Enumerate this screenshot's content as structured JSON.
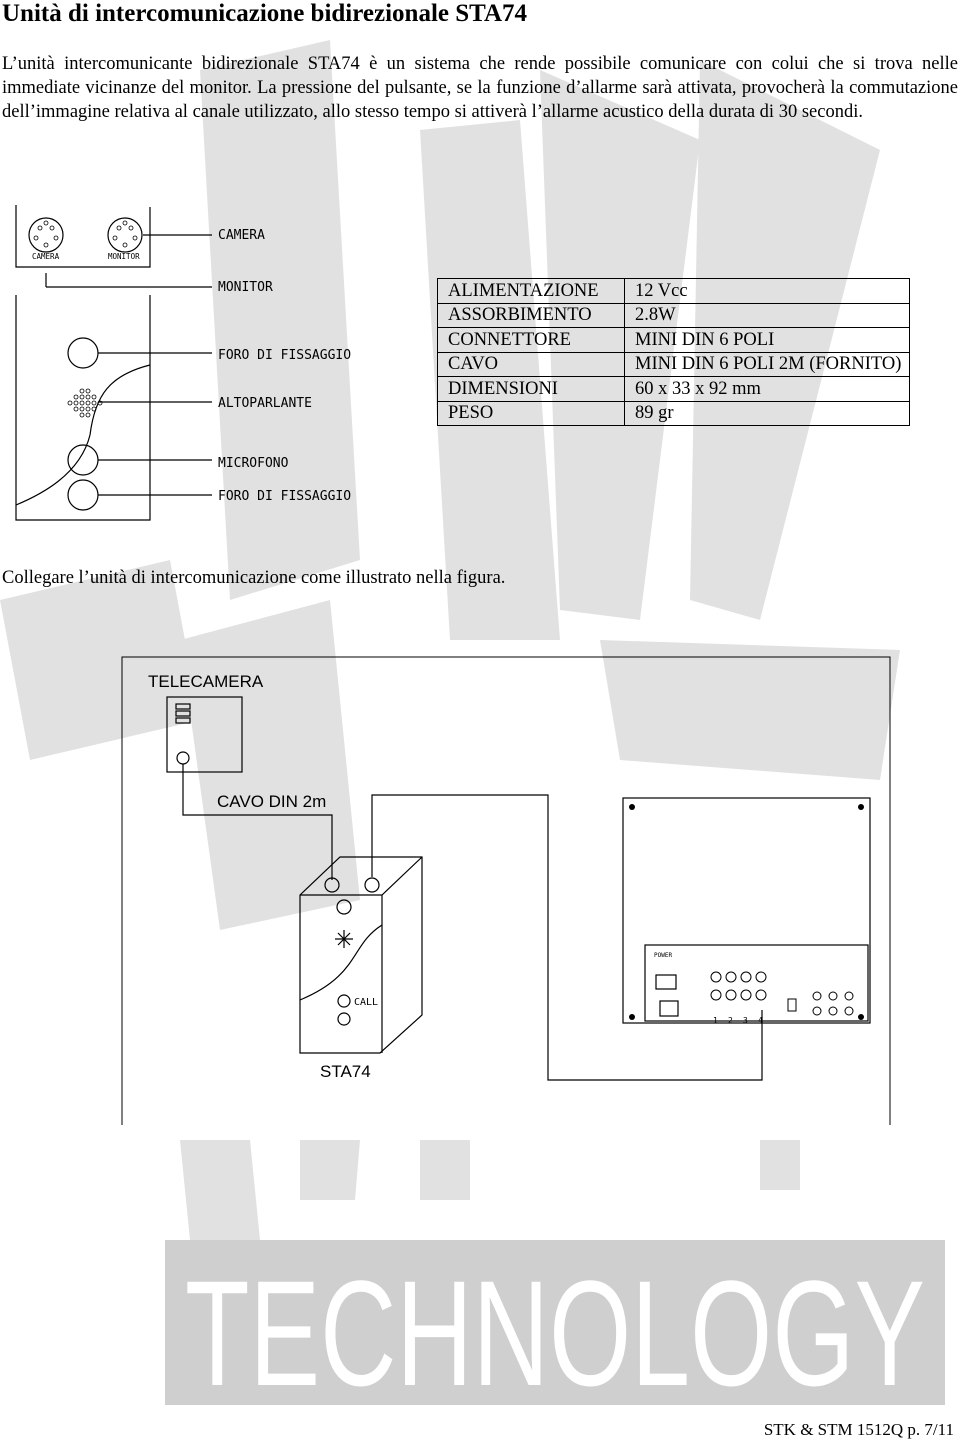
{
  "title": "Unità di intercomunicazione bidirezionale STA74",
  "intro": "L’unità intercomunicante bidirezionale STA74 è un sistema che rende possibile comunicare con colui che si trova nelle immediate vicinanze del  monitor. La pressione del pulsante, se la funzione d’allarme sarà attivata, provocherà la commutazione dell’immagine relativa al canale utilizzato, allo stesso tempo si attiverà l’allarme acustico della durata di 30 secondi.",
  "device_diagram": {
    "connector_labels": [
      "CAMERA",
      "MONITOR"
    ],
    "callouts": {
      "camera": "CAMERA",
      "monitor": "MONITOR",
      "foro1": "FORO DI FISSAGGIO",
      "altoparlante": "ALTOPARLANTE",
      "microfono": "MICROFONO",
      "foro2": "FORO DI FISSAGGIO"
    }
  },
  "specs": [
    {
      "key": "ALIMENTAZIONE",
      "value": "12 Vcc"
    },
    {
      "key": "ASSORBIMENTO",
      "value": "2.8W"
    },
    {
      "key": "CONNETTORE",
      "value": "MINI DIN 6 POLI"
    },
    {
      "key": "CAVO",
      "value": "MINI DIN 6 POLI 2M (FORNITO)"
    },
    {
      "key": "DIMENSIONI",
      "value": "60 x  33  x  92 mm"
    },
    {
      "key": "PESO",
      "value": "89 gr"
    }
  ],
  "instruction": "Collegare l’unità di intercomunicazione come illustrato nella figura.",
  "wiring_diagram": {
    "camera_label": "TELECAMERA",
    "cable_label": "CAVO DIN 2m",
    "unit_label": "STA74",
    "call_label": "CALL",
    "monitor_power_label": "POWER",
    "monitor_input_numbers": [
      "1",
      "2",
      "3",
      "4"
    ]
  },
  "watermark_text": "TECHNOLOGY",
  "footer": "STK & STM 1512Q  p. 7/11",
  "colors": {
    "watermark": "#cfcfcf",
    "line": "#000000"
  }
}
